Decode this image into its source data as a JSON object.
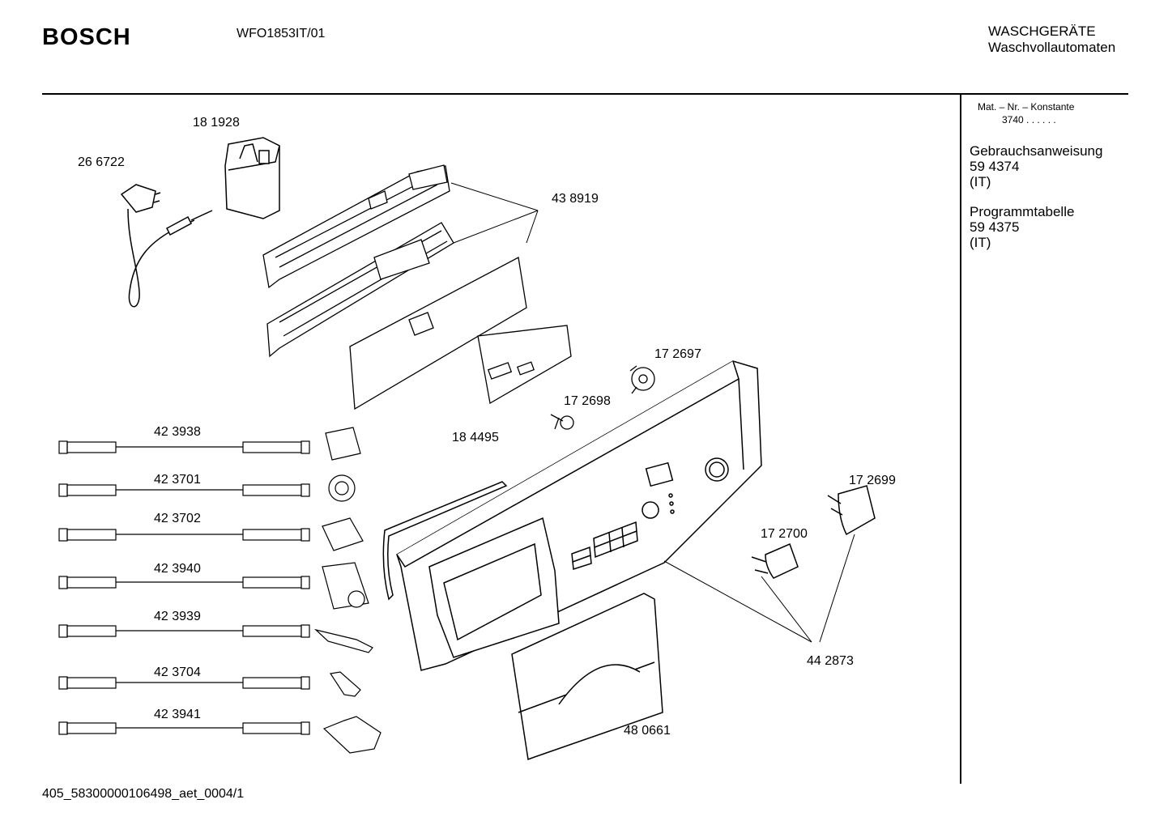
{
  "header": {
    "brand": "BOSCH",
    "model": "WFO1853IT/01",
    "category": "WASCHGERÄTE",
    "subcategory": "Waschvollautomaten"
  },
  "sidebar": {
    "material_label": "Mat. – Nr. – Konstante",
    "material_value": "3740  .  .   .  .  .  .",
    "docs": [
      {
        "title": "Gebrauchsanweisung",
        "number": "59 4374",
        "lang": "(IT)"
      },
      {
        "title": "Programmtabelle",
        "number": "59 4375",
        "lang": "(IT)"
      }
    ]
  },
  "parts": {
    "p181928": "18 1928",
    "p266722": "26 6722",
    "p438919": "43 8919",
    "p172697": "17 2697",
    "p172698": "17 2698",
    "p184495": "18 4495",
    "p172699": "17 2699",
    "p172700": "17 2700",
    "p442873": "44 2873",
    "p480661": "48 0661",
    "harness": [
      "42 3938",
      "42 3701",
      "42 3702",
      "42 3940",
      "42 3939",
      "42 3704",
      "42 3941"
    ]
  },
  "footer": {
    "code": "405_58300000106498_aet_0004/1"
  }
}
